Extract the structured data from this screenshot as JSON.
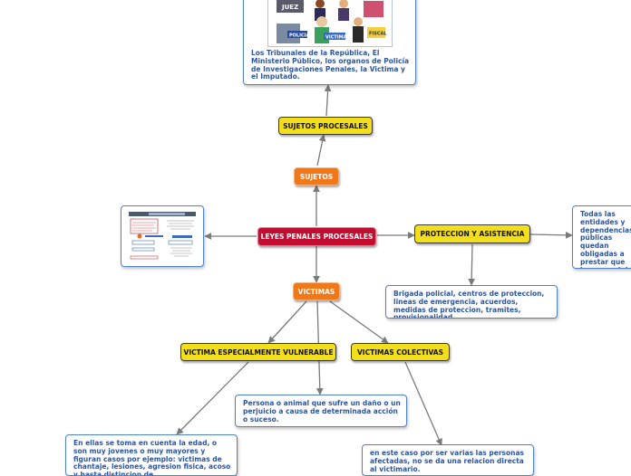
{
  "nodes": {
    "leyes_penales_procesales": "LEYES PENALES PROCESALES",
    "sujetos": "SUJETOS",
    "sujetos_procesales": "SUJETOS PROCESALES",
    "victimas": "VICTIMAS",
    "proteccion_y_asistencia": "PROTECCION Y ASISTENCIA",
    "victima_especialmente_vulnerable": "VICTIMA ESPECIALMENTE VULNERABLE",
    "victimas_colectivas": "VICTIMAS COLECTIVAS"
  },
  "notes": {
    "sujetos_detalle": "Los Tribunales de la República, El Ministerio Público, los organos de Policía de Investigaciones Penales, la Victima y el Imputado.",
    "proteccion_detalle": "Brigada policial, centros de proteccion, lineas de emergencia, acuerdos, medidas de proteccion, tramites, provisionalidad.",
    "proteccion_lado": "Todas las entidades y dependencias públicas quedan obligadas a prestar que les sea exigida por la o el órgano judicial para la realización de los actos previstas en la",
    "victima_definicion": "Persona o animal que sufre un daño o un perjuicio a causa de determinada acción o suceso.",
    "vulnerable_detalle": "En ellas se toma en cuenta la edad, o son muy jovenes o muy mayores y figuran casos por ejemplo: victimas de chantaje, lesiones, agresion fisica, acoso y hasta distincion de",
    "colectivas_detalle": "en este caso por ser varias las personas afectadas, no se da una relacion directa al victimario."
  },
  "image_labels": {
    "juez": "JUEZ",
    "policia": "POLICIA",
    "victima": "VICTIMA",
    "fiscal": "FISCAL"
  },
  "colors": {
    "yellow": "#f2de1a",
    "orange": "#f07818",
    "red": "#c20d31",
    "note_border": "#4f82c8",
    "note_text": "#2a55a8",
    "connector": "#7a7a7a"
  }
}
